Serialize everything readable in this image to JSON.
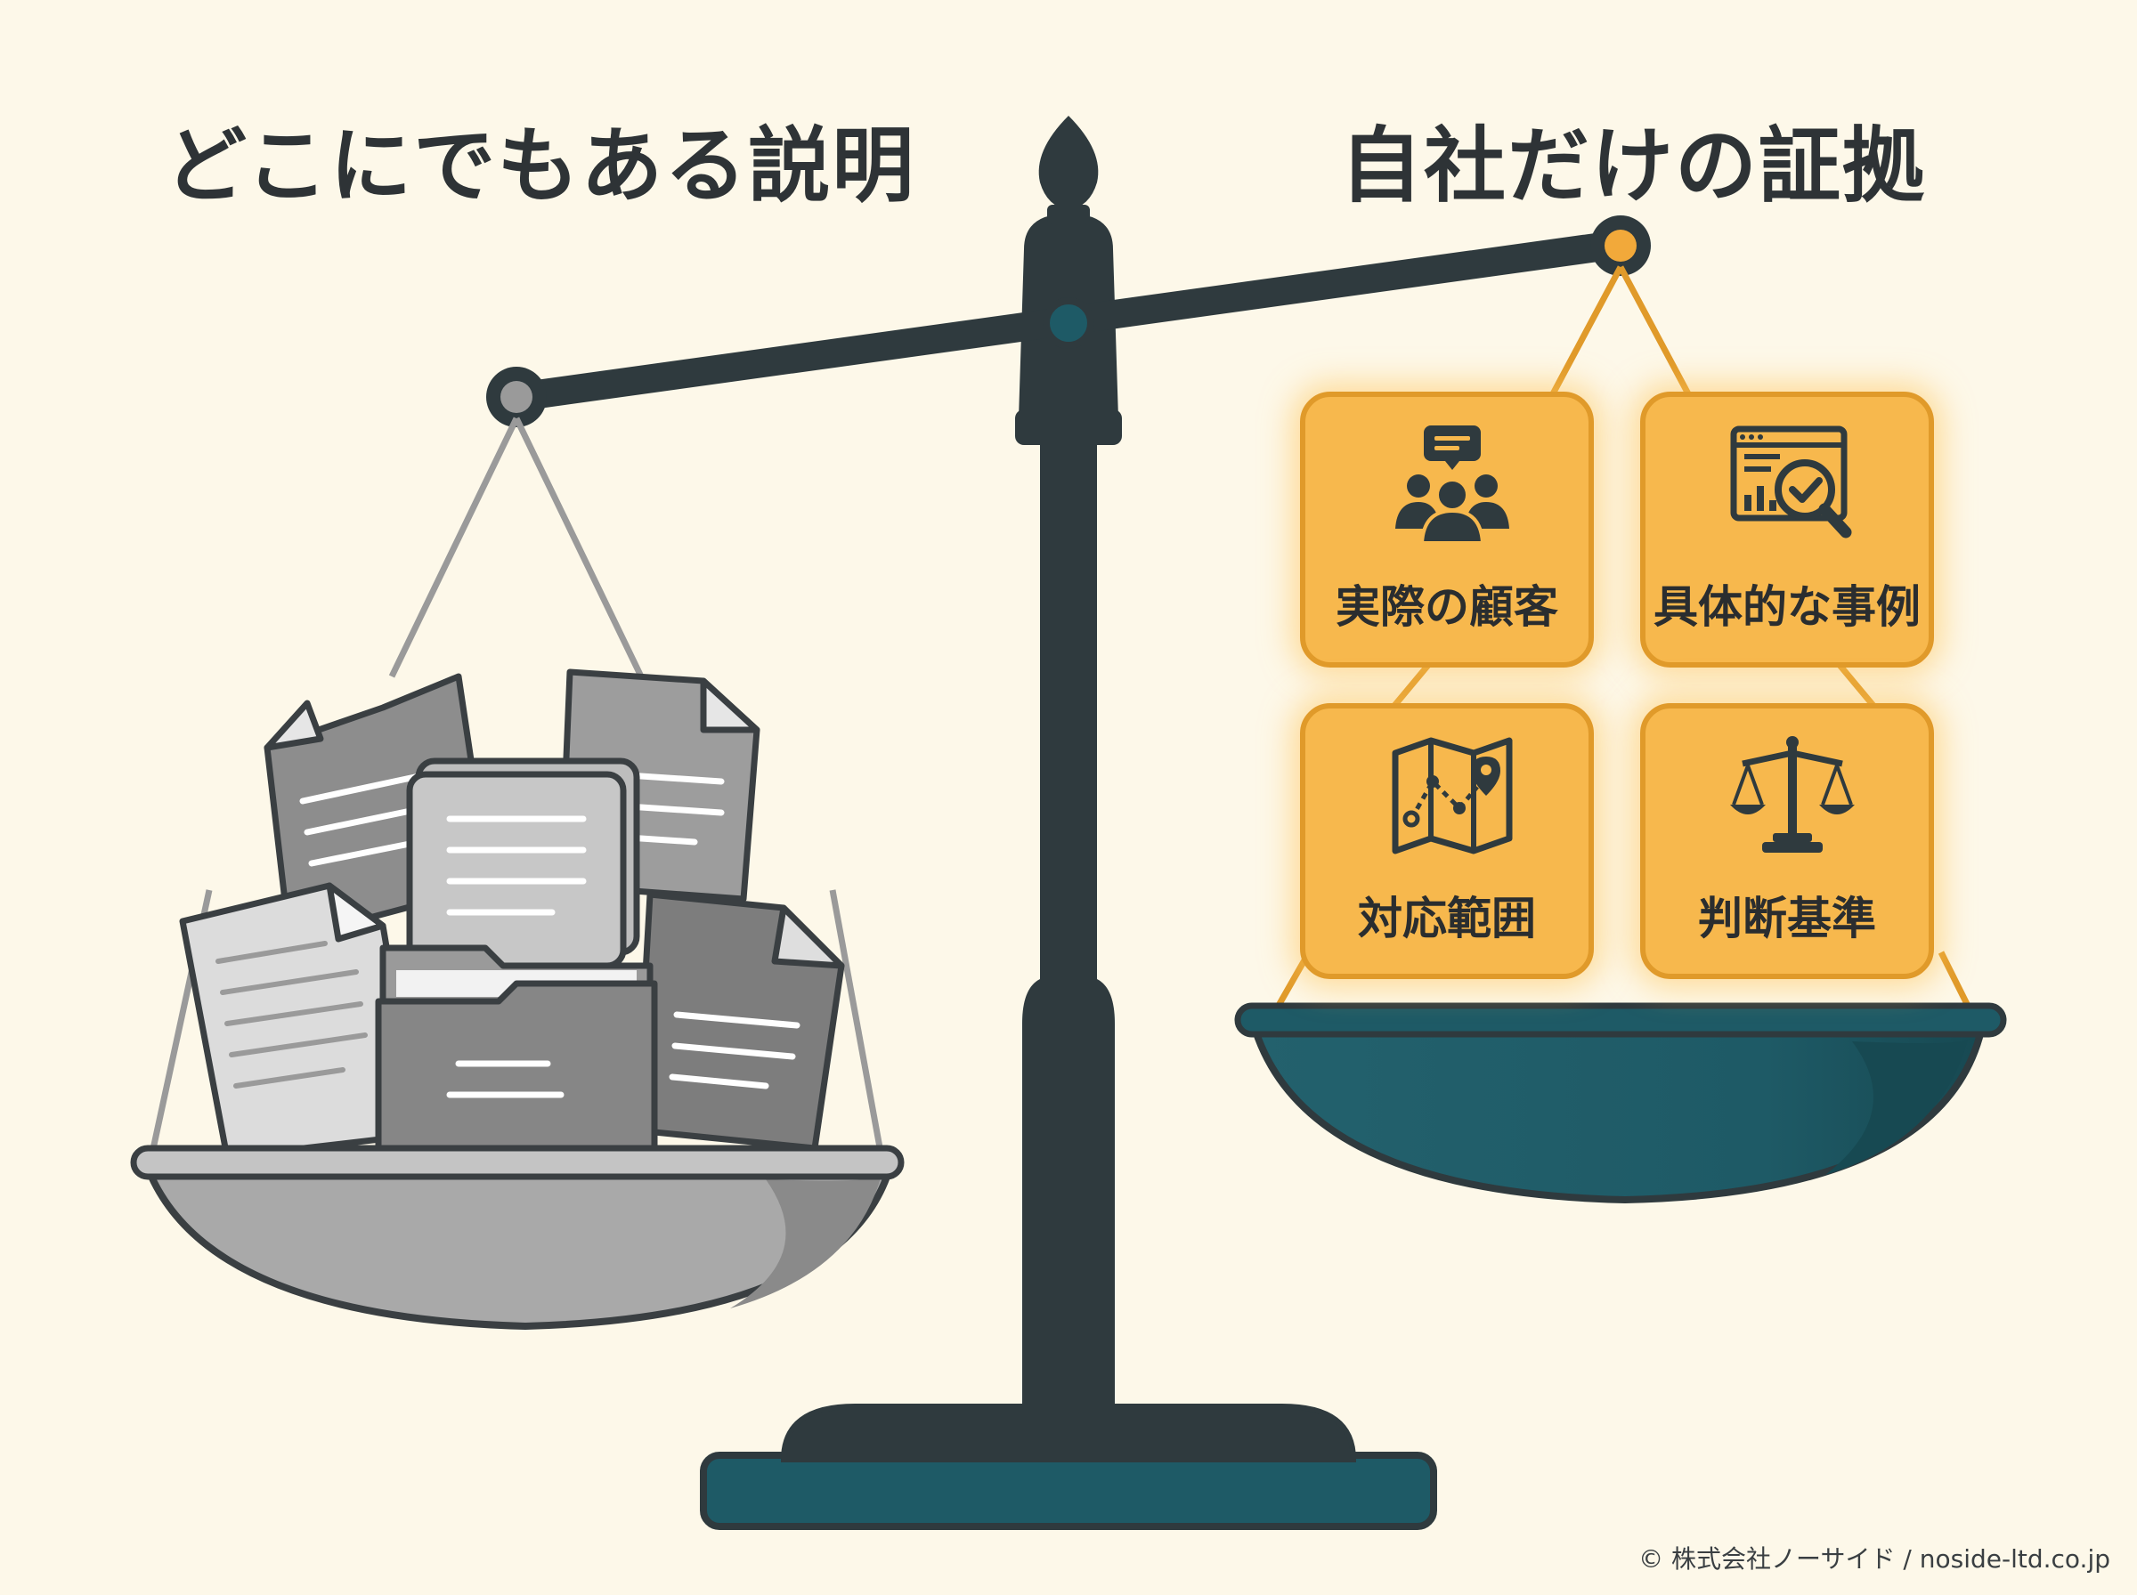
{
  "headings": {
    "left": "どこにでもある説明",
    "right": "自社だけの証拠"
  },
  "cards": [
    {
      "label": "実際の顧客",
      "icon": "customer-group-icon"
    },
    {
      "label": "具体的な事例",
      "icon": "case-analysis-icon"
    },
    {
      "label": "対応範囲",
      "icon": "map-route-icon"
    },
    {
      "label": "判断基準",
      "icon": "scales-icon"
    }
  ],
  "credit": "© 株式会社ノーサイド / noside-ltd.co.jp",
  "colors": {
    "background": "#fdf8e9",
    "scale_dark": "#2f3a3e",
    "teal": "#1e5a66",
    "orange": "#f7b84d",
    "orange_border": "#e09a2a",
    "gray_pan": "#a9a9a9"
  }
}
